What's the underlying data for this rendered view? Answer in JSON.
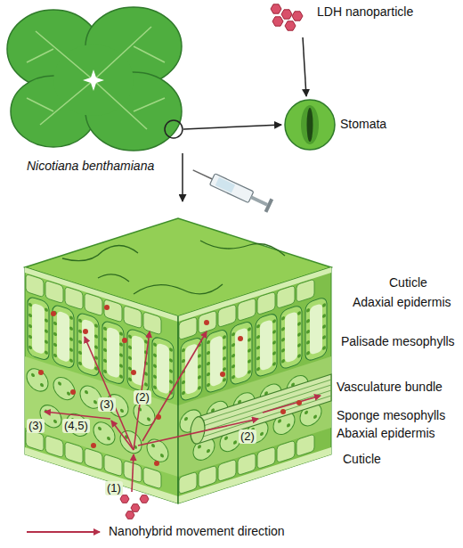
{
  "diagram": {
    "labels": [
      "LDH nanoparticle",
      "Stomata",
      "Nicotiana benthamiana",
      "Cuticle",
      "Adaxial epidermis",
      "Palisade mesophylls",
      "Vasculature bundle",
      "Sponge mesophylls",
      "Abaxial epidermis",
      "Cuticle",
      "(1)",
      "(2)",
      "(2)",
      "(3)",
      "(3)",
      "(4,5)"
    ],
    "legend": [
      {
        "text": "Nanohybrid movement direction"
      }
    ]
  }
}
